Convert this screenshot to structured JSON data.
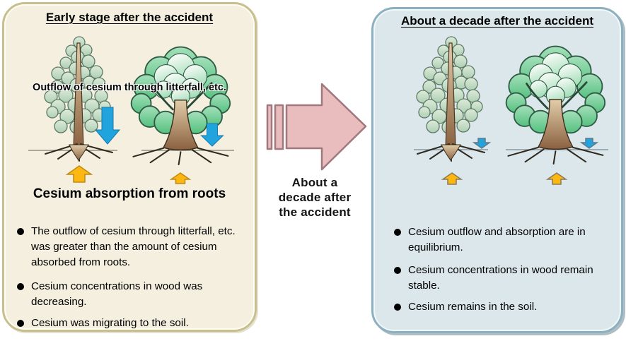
{
  "diagram": {
    "left_panel": {
      "title": "Early stage after the accident",
      "outflow_label": "Outflow of cesium through litterfall, etc.",
      "absorption_label": "Cesium absorption from roots",
      "bullets": [
        "The outflow of cesium through litterfall, etc. was greater than the amount of cesium absorbed from roots.",
        "Cesium concentrations in wood was decreasing.",
        "Cesium was migrating to the soil."
      ]
    },
    "transition": {
      "caption": "About a decade after the accident"
    },
    "right_panel": {
      "title": "About a decade after the accident",
      "bullets": [
        "Cesium outflow and absorption are in equilibrium.",
        "Cesium concentrations in wood remain stable.",
        "Cesium remains in the soil."
      ]
    },
    "icons": {
      "litterfall_arrow": "blue-down-arrow",
      "absorption_arrow": "yellow-up-arrow",
      "transition_arrow": "pink-striped-right-arrow",
      "bullet_marker": "black-dot"
    },
    "colors": {
      "left_panel_bg": "#f4efde",
      "left_panel_border": "#c8bf8e",
      "right_panel_bg": "#dce7ec",
      "right_panel_border": "#8db0c0",
      "litterfall_arrow_blue": "#21a3dd",
      "absorption_arrow_yellow": "#fdb713",
      "transition_arrow_pink": "#e9bcbe",
      "transition_arrow_outline": "#a0787e",
      "tree_conifer_foliage": "#c7ddc6",
      "tree_broadleaf_foliage": "#54c07e",
      "tree_trunk": "#8a6140"
    }
  }
}
